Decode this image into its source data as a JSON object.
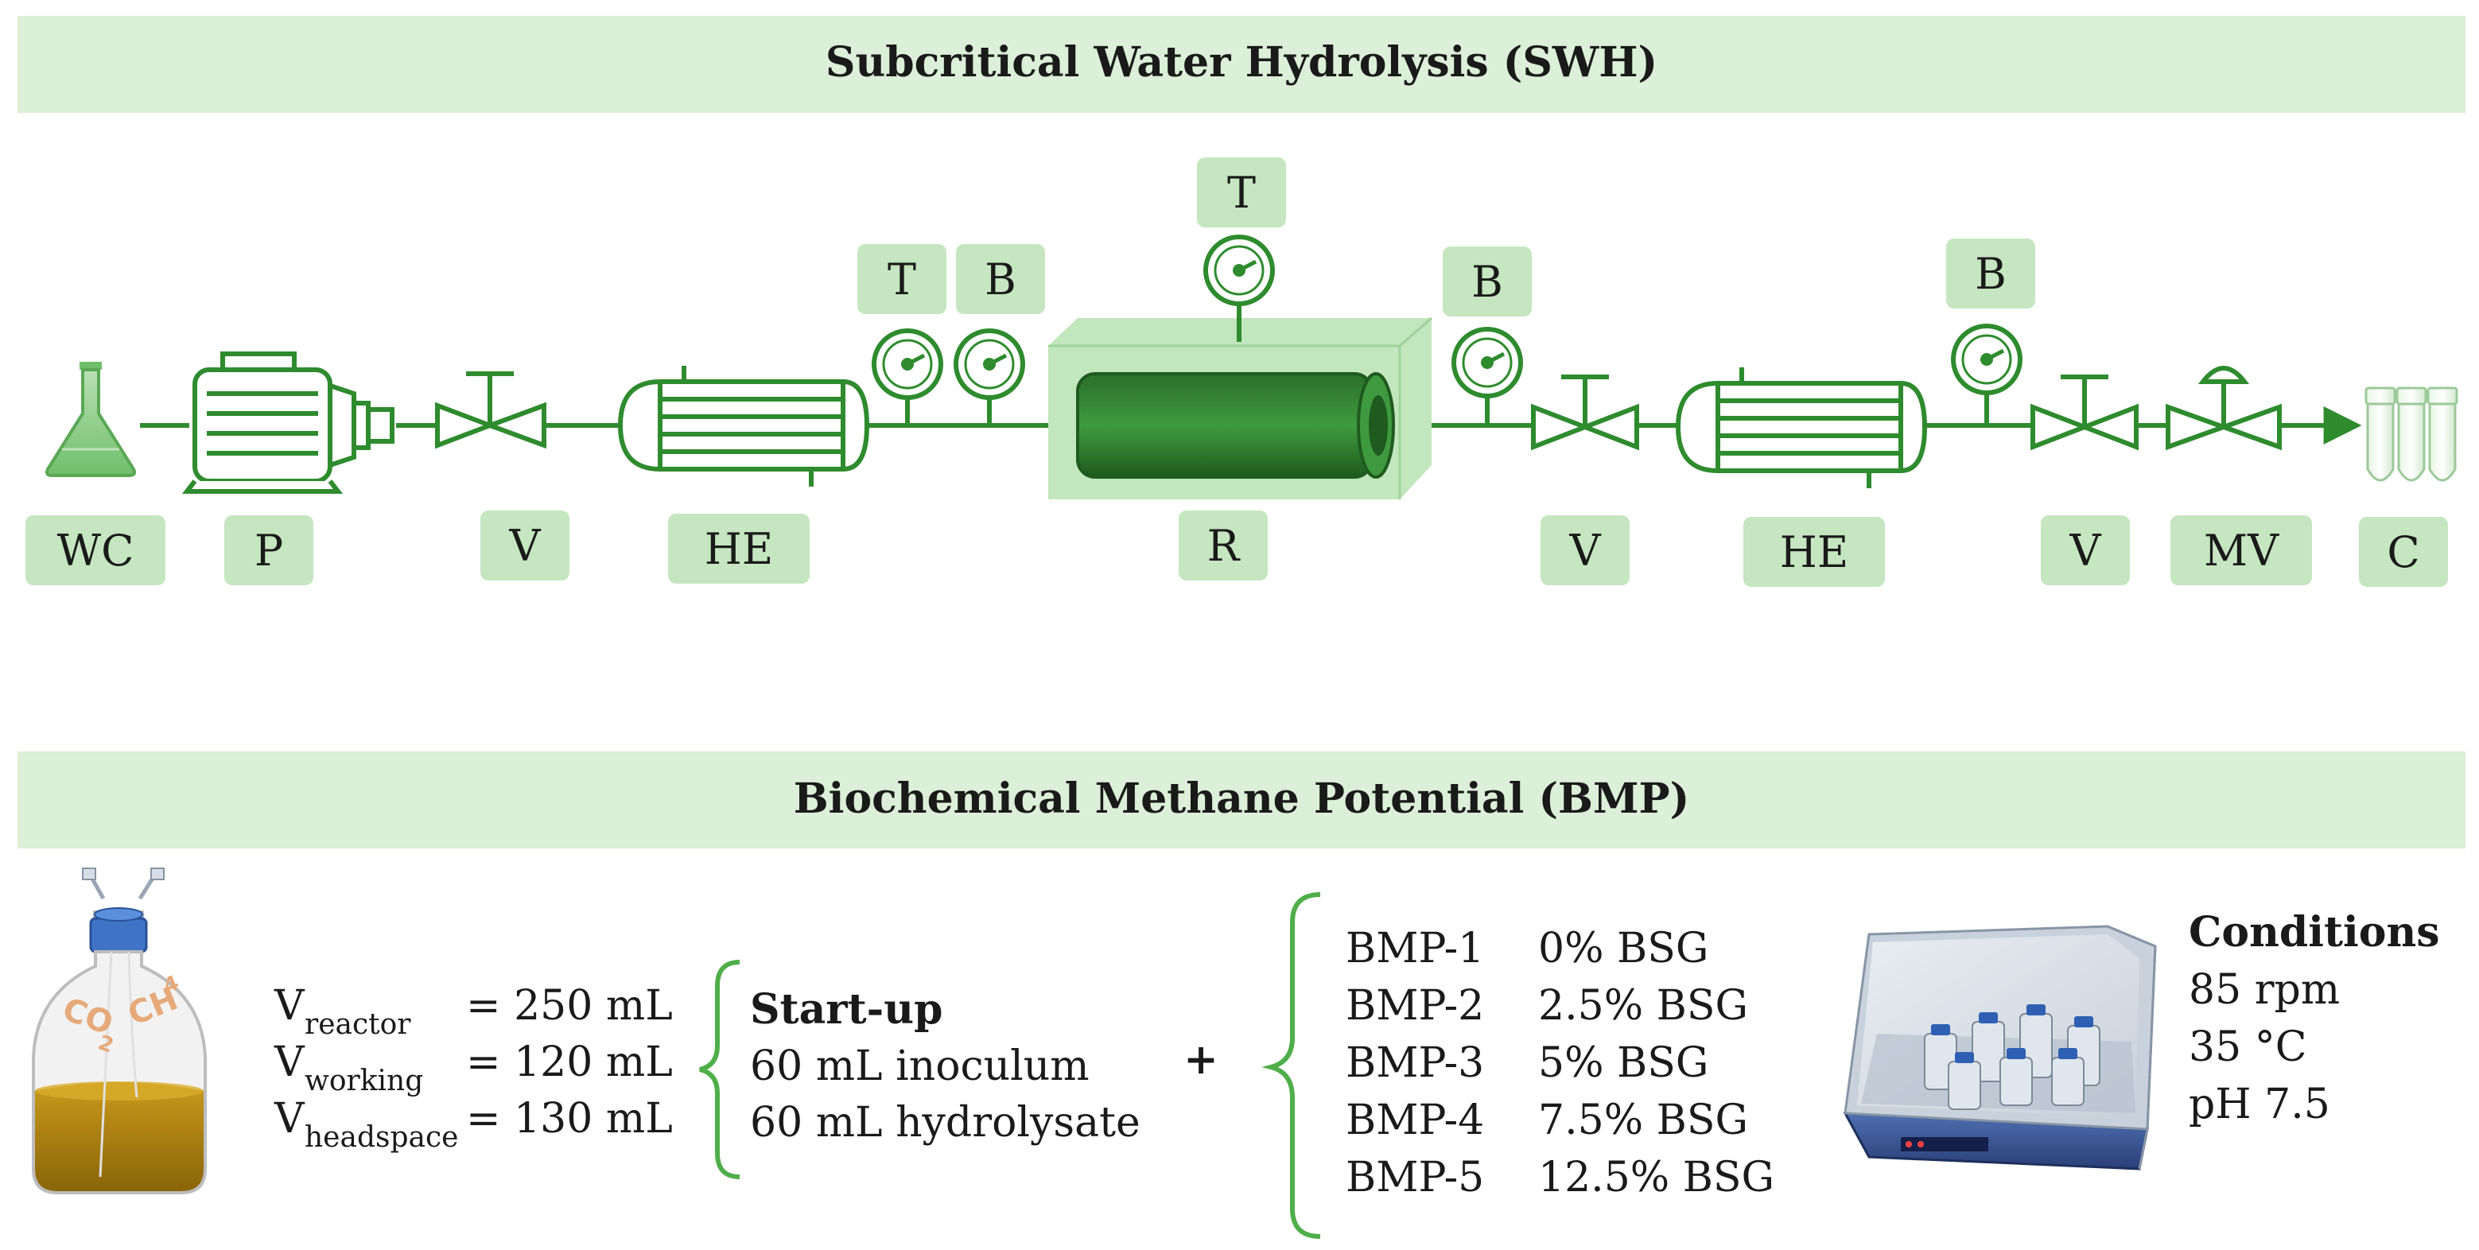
{
  "swh": {
    "title": "Subcritical Water Hydrolysis (SWH)",
    "labels": {
      "wc": "WC",
      "p": "P",
      "v1": "V",
      "he1": "HE",
      "r": "R",
      "v2": "V",
      "he2": "HE",
      "v3": "V",
      "mv": "MV",
      "c": "C"
    },
    "gauges": {
      "t1": "T",
      "b1": "B",
      "t2": "T",
      "b2": "B",
      "b3": "B"
    }
  },
  "bmp": {
    "title": "Biochemical Methane Potential (BMP)",
    "gas": {
      "co2": "CO",
      "co2_sub": "2",
      "ch4": "CH",
      "ch4_sub": "4"
    },
    "volumes": [
      {
        "symbol": "V",
        "sub": "reactor",
        "value": "= 250 mL"
      },
      {
        "symbol": "V",
        "sub": "working",
        "value": "= 120 mL"
      },
      {
        "symbol": "V",
        "sub": "headspace",
        "value": "= 130 mL"
      }
    ],
    "startup": {
      "title": "Start-up",
      "lines": [
        "60 mL inoculum",
        "60 mL hydrolysate"
      ]
    },
    "plus": "+",
    "runs": [
      {
        "name": "BMP-1",
        "value": "0% BSG"
      },
      {
        "name": "BMP-2",
        "value": "2.5% BSG"
      },
      {
        "name": "BMP-3",
        "value": "5% BSG"
      },
      {
        "name": "BMP-4",
        "value": "7.5% BSG"
      },
      {
        "name": "BMP-5",
        "value": "12.5% BSG"
      }
    ],
    "conditions": {
      "title": "Conditions",
      "lines": [
        "85 rpm",
        "35 °C",
        "pH 7.5"
      ]
    }
  },
  "colors": {
    "banner": "#dcefd8",
    "tag": "#c5e6c0",
    "line": "#2e8b2e",
    "reactor_box": "#c2e6bd",
    "reactor_core": "#2f7d2f",
    "liquid": "#b58a0f"
  }
}
